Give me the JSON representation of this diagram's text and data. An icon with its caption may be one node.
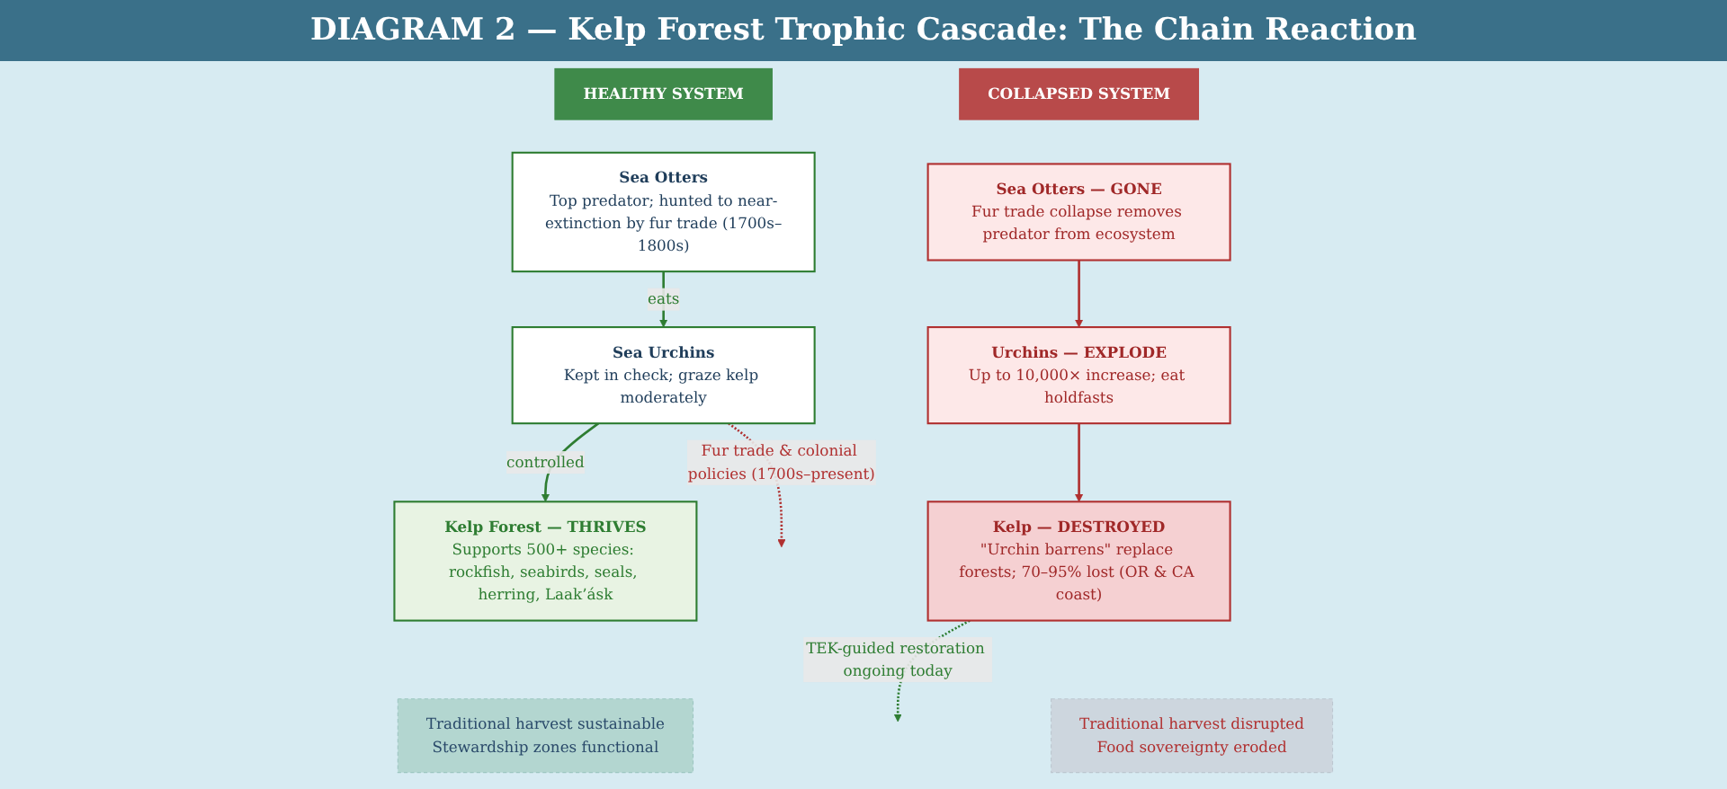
{
  "diagram": {
    "title": "DIAGRAM 2 — Kelp Forest Trophic Cascade: The Chain Reaction",
    "nodes": [
      {
        "text": [
          "HEALTHY SYSTEM"
        ]
      },
      {
        "text": [
          "Sea Otters",
          "Top predator; hunted to near-extinction by fur trade (1700s–1800s)"
        ]
      },
      {
        "text": [
          "Sea Urchins",
          "Kept in check; graze kelp moderately"
        ]
      },
      {
        "text": [
          "Kelp Forest — THRIVES",
          "Supports 500+ species: rockfish, seabirds, seals, herring, Laak’ásk"
        ]
      },
      {
        "text": [
          "Traditional harvest sustainable",
          "Stewardship zones functional"
        ]
      },
      {
        "text": [
          "COLLAPSED SYSTEM"
        ]
      },
      {
        "text": [
          "Sea Otters — GONE",
          "Fur trade collapse removes predator from ecosystem"
        ]
      },
      {
        "text": [
          "Urchins — EXPLODE",
          "Up to 10,000× increase; eat holdfasts"
        ]
      },
      {
        "text": [
          "Kelp — DESTROYED",
          "\"Urchin barrens\" replace forests; 70–95% lost (OR & CA coast)"
        ]
      },
      {
        "text": [
          "Traditional harvest disrupted",
          "Food sovereignty eroded"
        ]
      }
    ],
    "edges": [
      {
        "from": 1,
        "to": 2,
        "arrow": "to",
        "label": "eats",
        "color": "#2e7d32"
      },
      {
        "from": 2,
        "to": 3,
        "arrow": "to",
        "label": "controlled",
        "color": "#2e7d32"
      },
      {
        "from": 2,
        "to": null,
        "arrow": "to",
        "label": "Fur trade & colonial policies (1700s–present)",
        "style": "dashed",
        "color": "#b03030"
      },
      {
        "from": 6,
        "to": 7,
        "arrow": "to",
        "color": "#b03030"
      },
      {
        "from": 7,
        "to": 8,
        "arrow": "to",
        "color": "#b03030"
      },
      {
        "from": 8,
        "to": null,
        "arrow": "to",
        "label": "TEK-guided restoration ongoing today",
        "style": "dashed",
        "color": "#2e7d32"
      }
    ]
  }
}
